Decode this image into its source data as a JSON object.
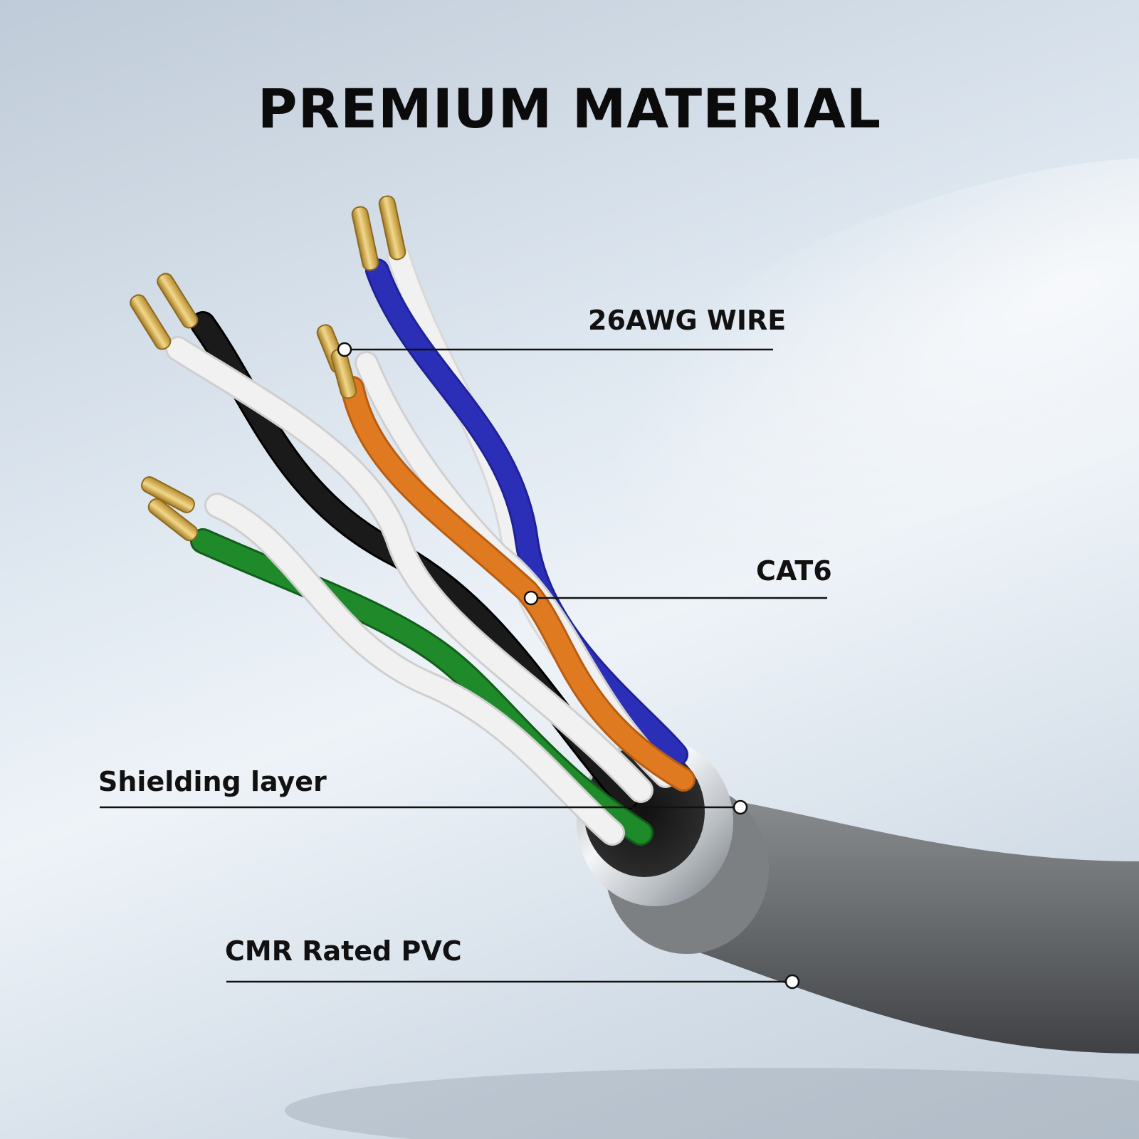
{
  "title": "PREMIUM MATERIAL",
  "callouts": {
    "wire_gauge": "26AWG WIRE",
    "category": "CAT6",
    "shield": "Shielding layer",
    "jacket": "CMR Rated PVC"
  },
  "colors": {
    "jacket": "#6b6e71",
    "blue": "#2b2fb8",
    "orange": "#e07a20",
    "green": "#1f8a2a",
    "black": "#1a1a1a",
    "white": "#f1f1f1",
    "copper": "#d9b25a"
  }
}
